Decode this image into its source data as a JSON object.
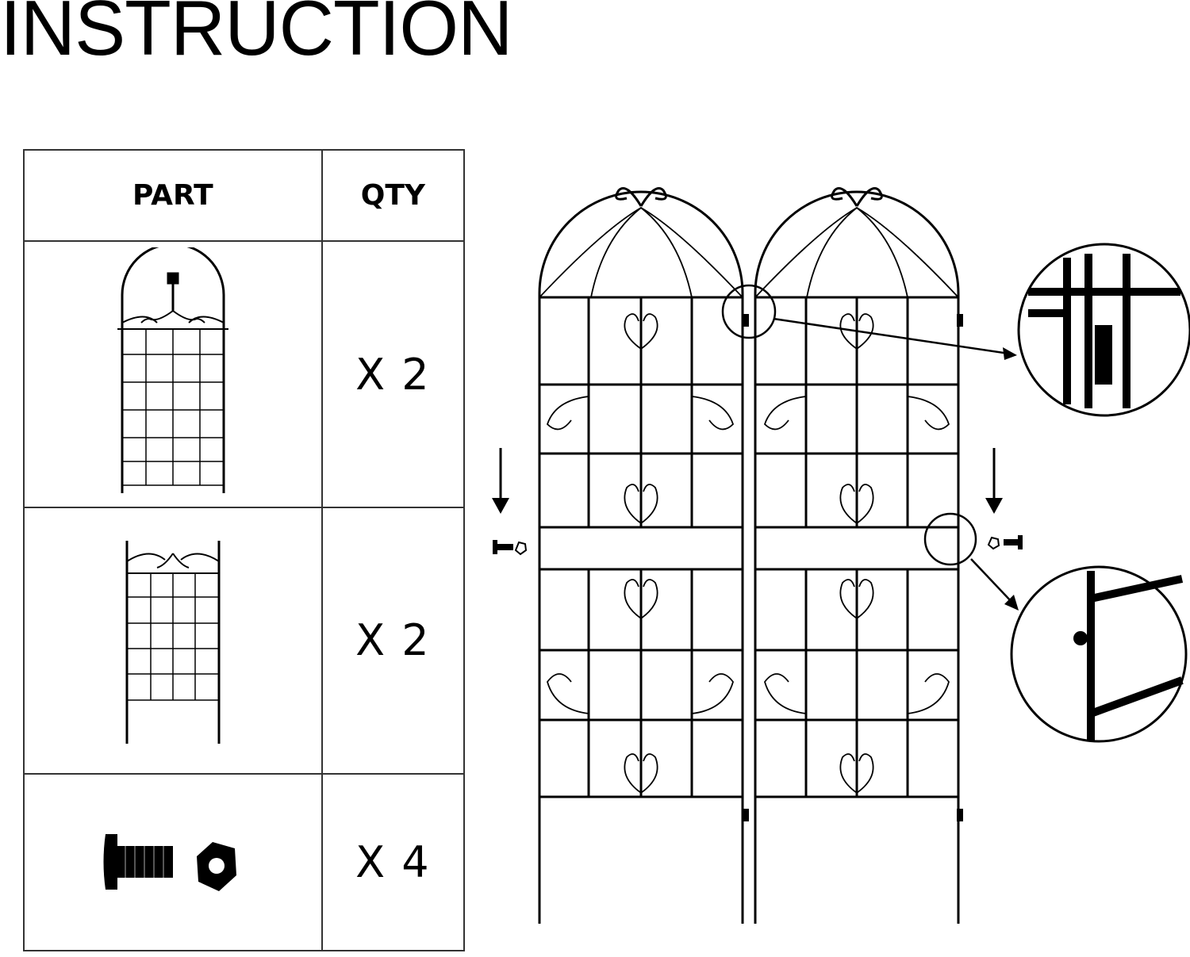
{
  "title": "INSTRUCTION",
  "table": {
    "headers": {
      "part": "PART",
      "qty": "QTY"
    },
    "rows": [
      {
        "part_icon": "arched-trellis-top-panel-icon",
        "qty": "X 2"
      },
      {
        "part_icon": "trellis-bottom-panel-icon",
        "qty": "X 2"
      },
      {
        "part_icon": "bolt-and-nut-icon",
        "qty": "X 4"
      }
    ]
  },
  "colors": {
    "ink": "#000000",
    "border": "#333333",
    "background": "#ffffff"
  }
}
